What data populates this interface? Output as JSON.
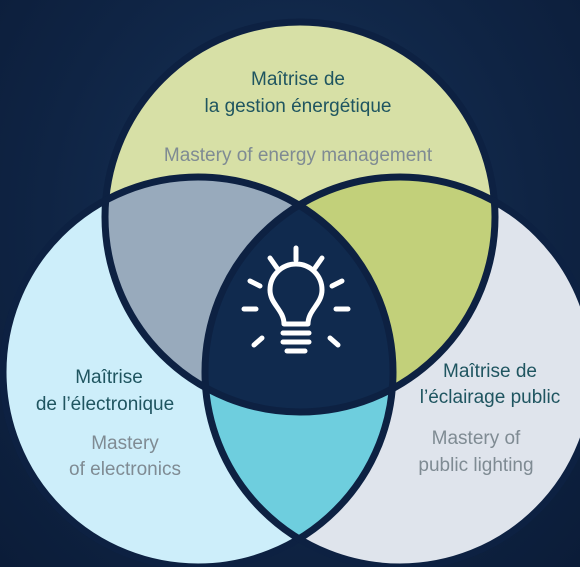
{
  "colors": {
    "background": "#0f2444",
    "outline": "#0d2142",
    "energy_circle": "#d7e0a6",
    "electronics_circle": "#cdeefa",
    "lighting_circle": "#dfe4ec",
    "overlap_energy_electronics": "#98aabc",
    "overlap_energy_lighting": "#c2d07a",
    "overlap_electronics_lighting": "#6ecede",
    "center": "#102a4e",
    "icon": "#ffffff",
    "french_text": "#1f5560",
    "english_text": "#7f8b93"
  },
  "center_icon": "lightbulb-icon",
  "circles": {
    "energy": {
      "french": [
        "Maîtrise de",
        "la gestion énergétique"
      ],
      "english": [
        "Mastery of energy management"
      ]
    },
    "electronics": {
      "french": [
        "Maîtrise",
        "de l’électronique"
      ],
      "english": [
        "Mastery",
        "of electronics"
      ]
    },
    "lighting": {
      "french": [
        "Maîtrise de",
        "l’éclairage public"
      ],
      "english": [
        "Mastery of",
        "public lighting"
      ]
    }
  }
}
